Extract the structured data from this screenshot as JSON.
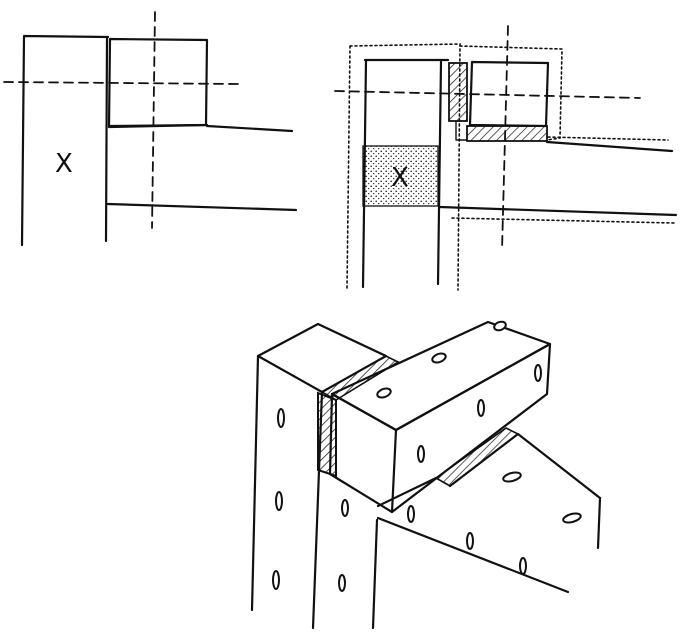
{
  "figure": {
    "labels": {
      "plan_a_mark": "X",
      "plan_b_mark": "X"
    },
    "views": [
      "plan-view-simple",
      "plan-view-with-clearance",
      "isometric-corner-joint"
    ]
  }
}
